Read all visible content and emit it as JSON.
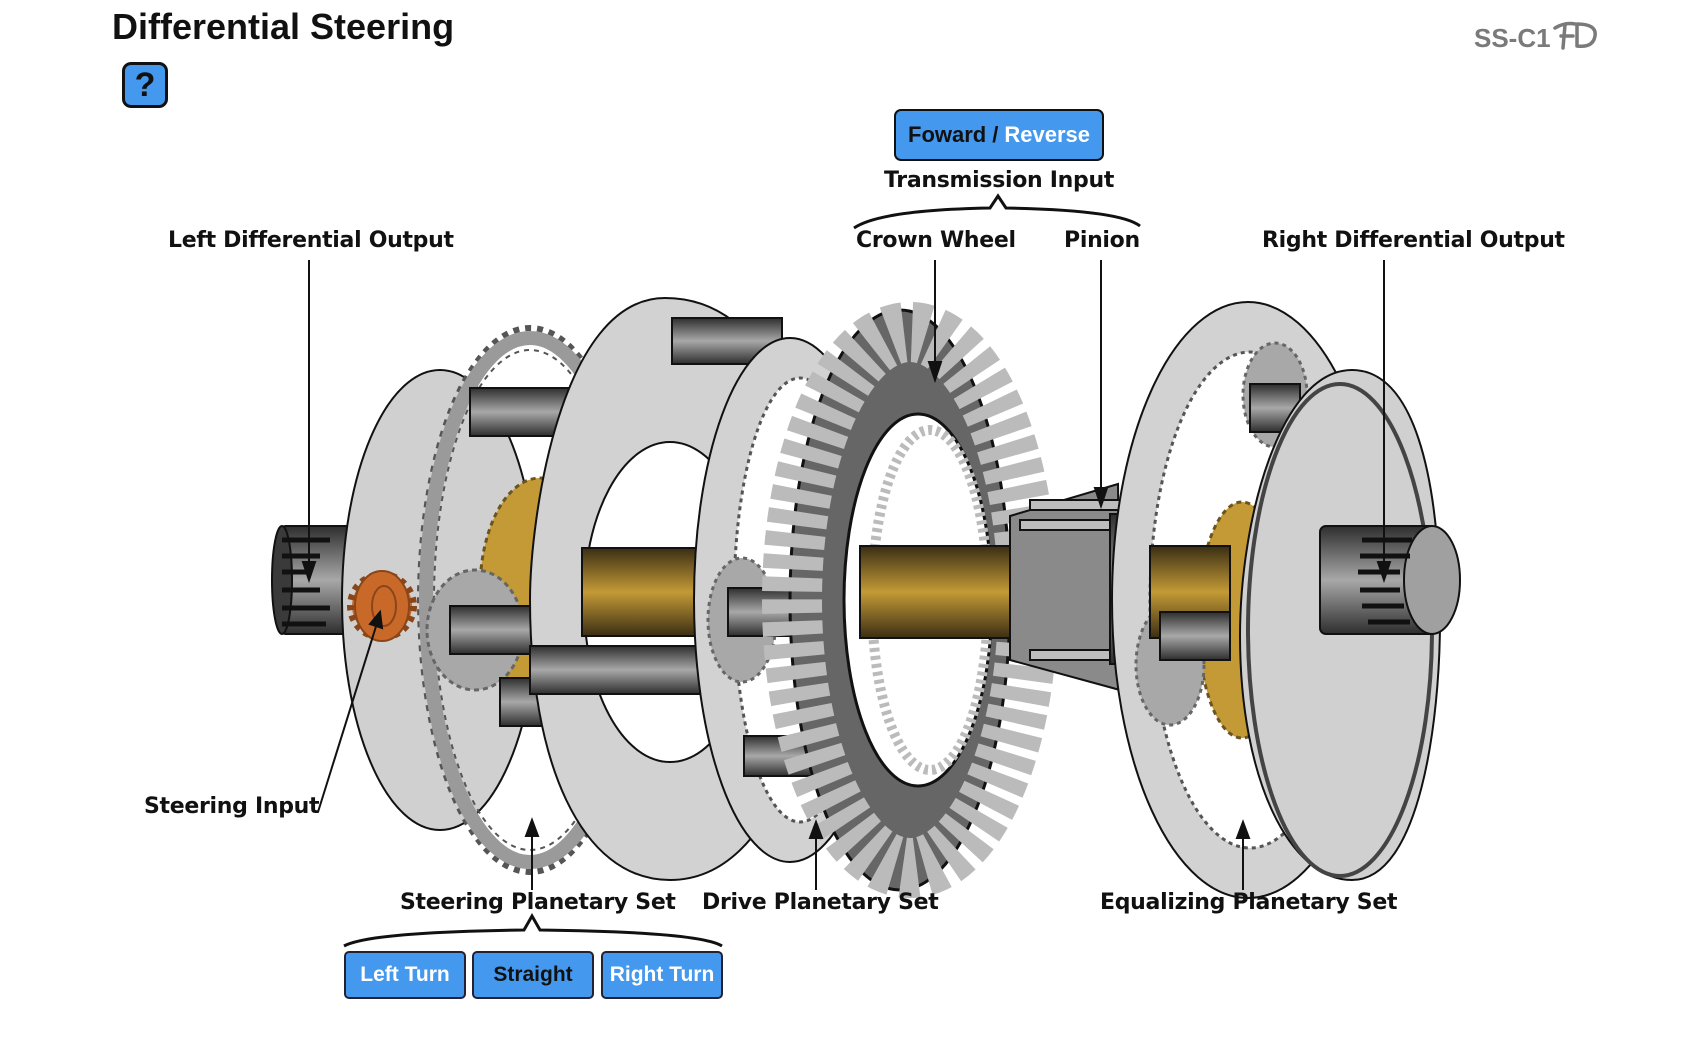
{
  "page": {
    "title": "Differential Steering",
    "help_label": "?",
    "logo_text": "SS-C1",
    "logo_mark": "FD"
  },
  "transmission": {
    "forward_label": "Foward",
    "separator": "/",
    "reverse_label": "Reverse",
    "group_label": "Transmission Input"
  },
  "labels": {
    "left_output": "Left Differential Output",
    "crown_wheel": "Crown Wheel",
    "pinion": "Pinion",
    "right_output": "Right Differential Output",
    "steering_input": "Steering Input",
    "steering_set": "Steering Planetary Set",
    "drive_set": "Drive Planetary Set",
    "equalizing_set": "Equalizing Planetary Set"
  },
  "steering_controls": {
    "buttons": [
      {
        "label": "Left Turn",
        "active": false
      },
      {
        "label": "Straight",
        "active": true
      },
      {
        "label": "Right Turn",
        "active": false
      }
    ]
  },
  "colors": {
    "button_blue": "#4499ee",
    "steel_light": "#d0d0d0",
    "steel_dark": "#4a4a4a",
    "brass": "#c49a36",
    "steering_gear": "#c8692a"
  }
}
